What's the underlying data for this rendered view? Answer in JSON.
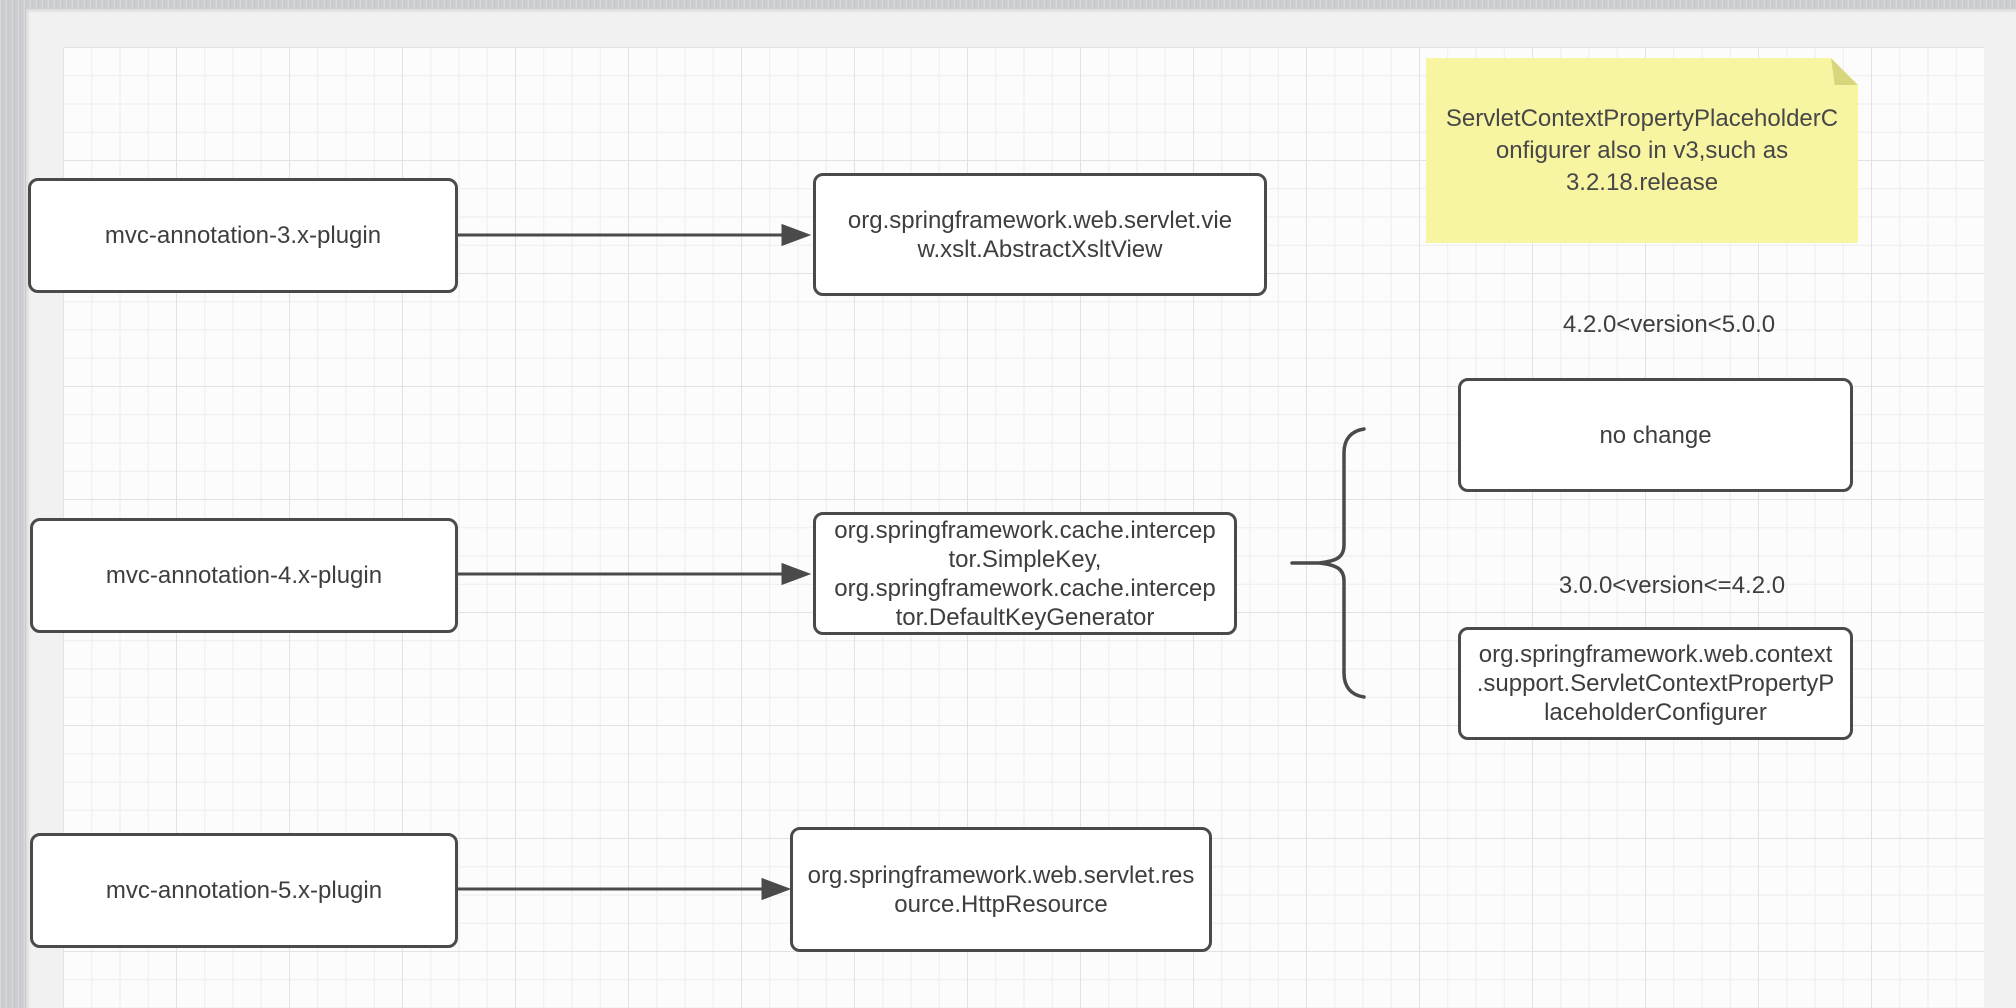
{
  "diagram": {
    "nodes": {
      "plugin3x": {
        "label": [
          "mvc-annotation-3.x-plugin"
        ]
      },
      "xsltView": {
        "label": [
          "org.springframework.web.servlet.vie",
          "w.xslt.AbstractXsltView"
        ]
      },
      "plugin4x": {
        "label": [
          "mvc-annotation-4.x-plugin"
        ]
      },
      "cacheKeys": {
        "label": [
          "org.springframework.cache.intercep",
          "tor.SimpleKey,",
          "org.springframework.cache.intercep",
          "tor.DefaultKeyGenerator"
        ]
      },
      "noChange": {
        "label": [
          "no change"
        ]
      },
      "contextSupport": {
        "label": [
          "org.springframework.web.context",
          ".support.ServletContextPropertyP",
          "laceholderConfigurer"
        ]
      },
      "plugin5x": {
        "label": [
          "mvc-annotation-5.x-plugin"
        ]
      },
      "httpResource": {
        "label": [
          "org.springframework.web.servlet.res",
          "ource.HttpResource"
        ]
      }
    },
    "sticky_note": {
      "text": [
        "ServletContextPropertyPlaceholderC",
        "onfigurer also in v3,such as",
        "3.2.18.release"
      ]
    },
    "labels": {
      "version_range_upper": "4.2.0<version<5.0.0",
      "version_range_lower": "3.0.0<version<=4.2.0"
    },
    "colors": {
      "box_border": "#4a4a4a",
      "box_fill": "#ffffff",
      "text": "#3e3e3e",
      "connector": "#4a4a4a",
      "note_fill": "#f7f5a2",
      "note_fold": "#d8d67c",
      "grid_line": "#ededef",
      "grid_major_line": "#e2e2e5",
      "canvas_margin": "#f1f1f2",
      "window_chrome": "#cdced2"
    }
  }
}
